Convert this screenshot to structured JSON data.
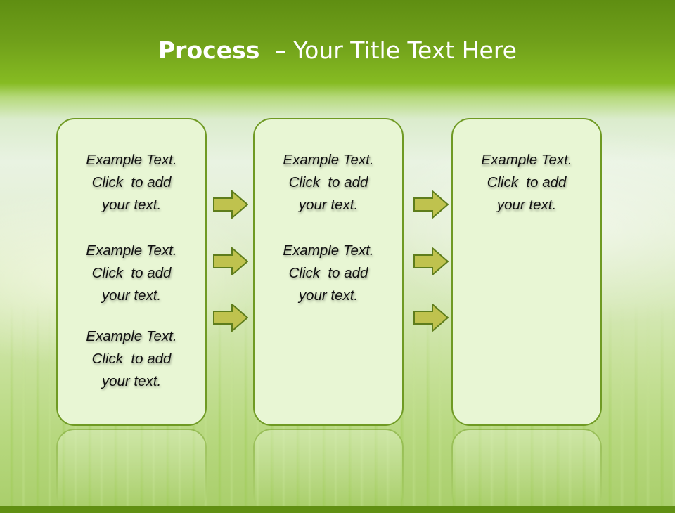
{
  "title": {
    "bold": "Process",
    "rest": "– Your Title Text Here"
  },
  "boxes": [
    {
      "items": [
        {
          "l1": "Example Text.",
          "l2": "Click  to add",
          "l3": "your text."
        },
        {
          "l1": "Example Text.",
          "l2": "Click  to add",
          "l3": "your text."
        },
        {
          "l1": "Example Text.",
          "l2": "Click  to add",
          "l3": "your text."
        }
      ]
    },
    {
      "items": [
        {
          "l1": "Example Text.",
          "l2": "Click  to add",
          "l3": "your text."
        },
        {
          "l1": "Example Text.",
          "l2": "Click  to add",
          "l3": "your text."
        }
      ]
    },
    {
      "items": [
        {
          "l1": "Example Text.",
          "l2": "Click  to add",
          "l3": "your text."
        }
      ]
    }
  ],
  "colors": {
    "arrow_fill": "#bfc24e",
    "arrow_stroke": "#5e7d1c",
    "box_border": "#6f9a23",
    "box_fill": "#e8f6d4"
  }
}
